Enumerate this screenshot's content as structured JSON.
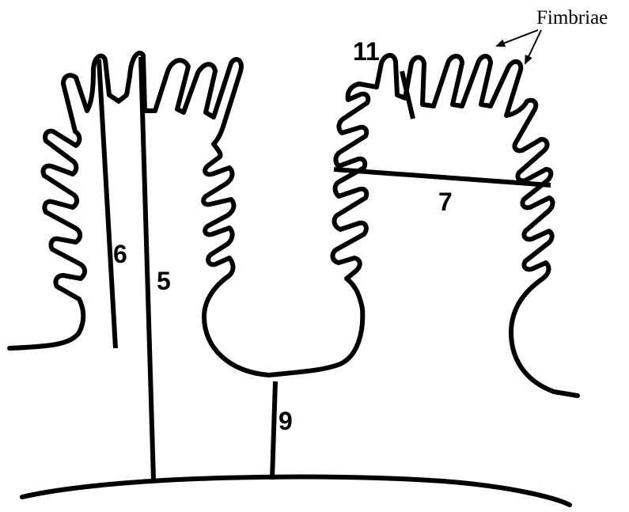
{
  "labels": {
    "villus_height": "5",
    "fimbria_length": "6",
    "villus_width": "7",
    "stalk": "9",
    "fimbriae_count": "11",
    "fimbriae": "Fimbriae"
  }
}
